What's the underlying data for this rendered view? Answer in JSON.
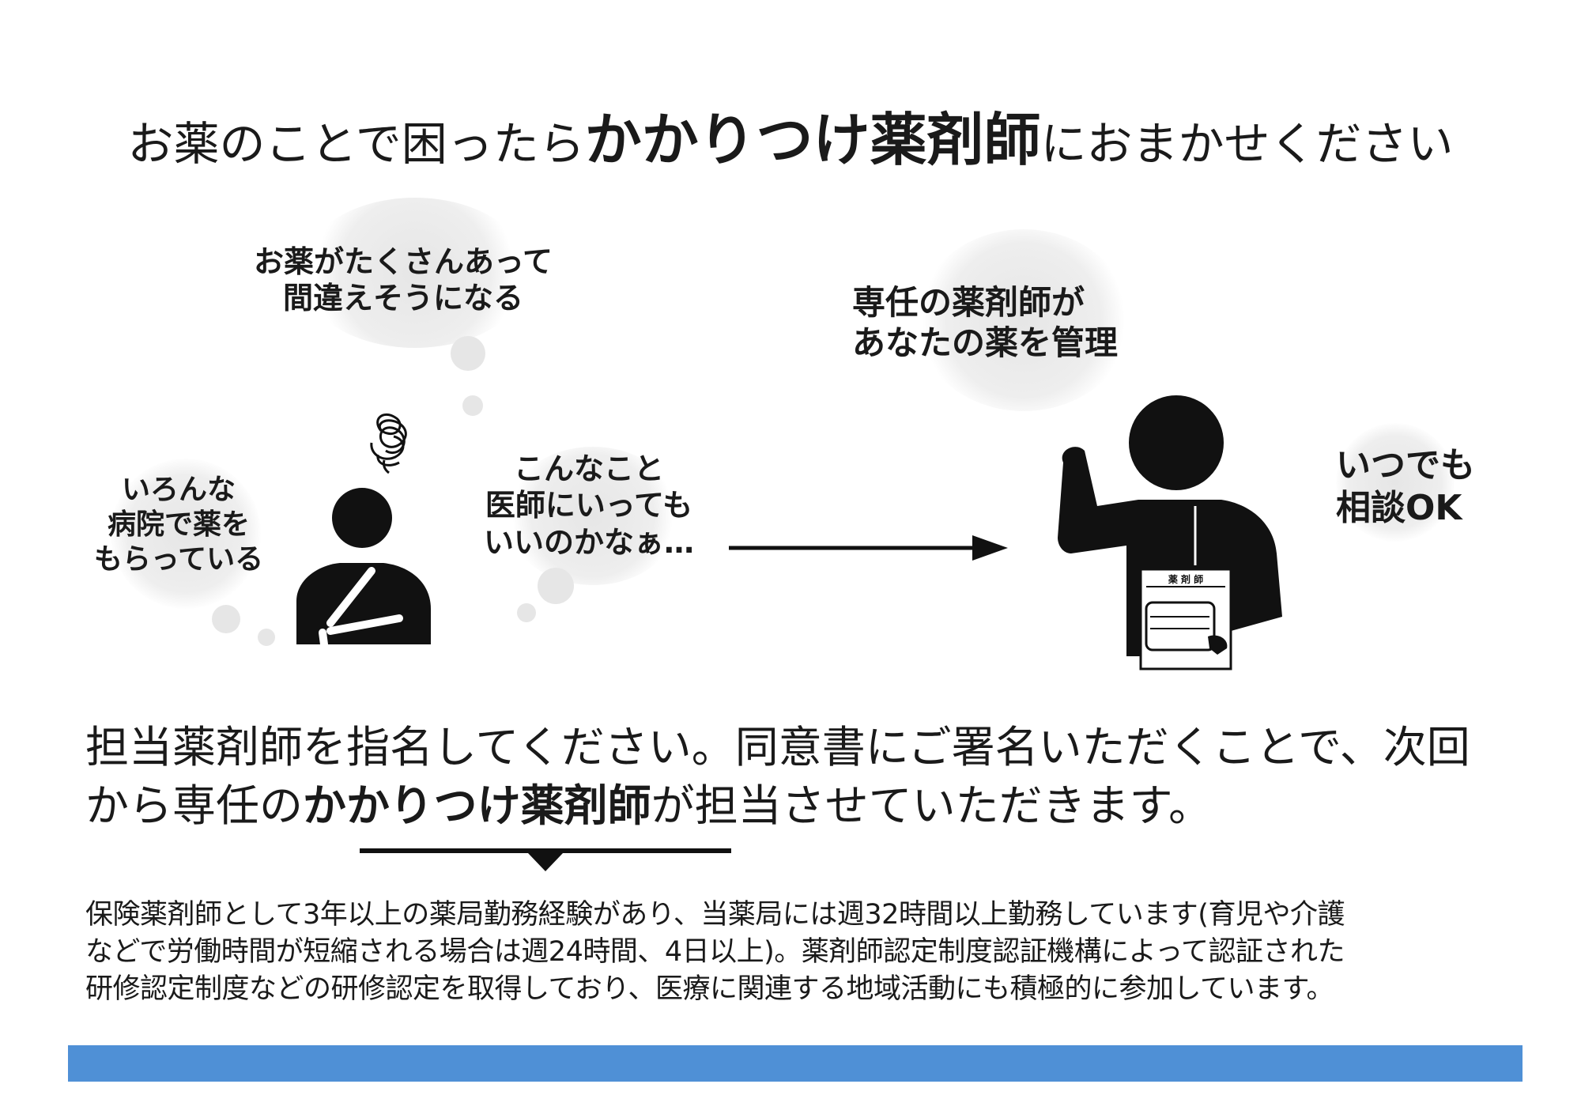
{
  "title": {
    "prefix": "お薬のことで困ったら",
    "highlight": "かかりつけ薬剤師",
    "suffix": "におまかせください"
  },
  "bubbles": {
    "patient_top": {
      "line1": "お薬がたくさんあって",
      "line2": "間違えそうになる"
    },
    "patient_left": {
      "line1": "いろんな",
      "line2": "病院で薬を",
      "line3": "もらっている"
    },
    "patient_right": {
      "line1": "こんなこと",
      "line2": "医師にいっても",
      "line3": "いいのかなぁ…"
    },
    "pharmacist_top": {
      "line1": "専任の薬剤師が",
      "line2": "あなたの薬を管理"
    },
    "pharmacist_right": {
      "line1": "いつでも",
      "line2": "相談OK"
    }
  },
  "badge_text": "薬 剤 師",
  "main_text": {
    "line1": "担当薬剤師を指名してください。同意書にご署名いただくことで、次回",
    "line2_prefix": "から専任の",
    "line2_bold": "かかりつけ薬剤師",
    "line2_suffix": "が担当させていただきます。"
  },
  "description": {
    "line1": "保険薬剤師として3年以上の薬局勤務経験があり、当薬局には週32時間以上勤務しています(育児や介護",
    "line2": "などで労働時間が短縮される場合は週24時間、4日以上)。薬剤師認定制度認証機構によって認証された",
    "line3": "研修認定制度などの研修認定を取得しており、医療に関連する地域活動にも積極的に参加しています。"
  },
  "colors": {
    "bar": "#4f90d6",
    "ink": "#111111",
    "bubble": "#e9e9e9"
  }
}
